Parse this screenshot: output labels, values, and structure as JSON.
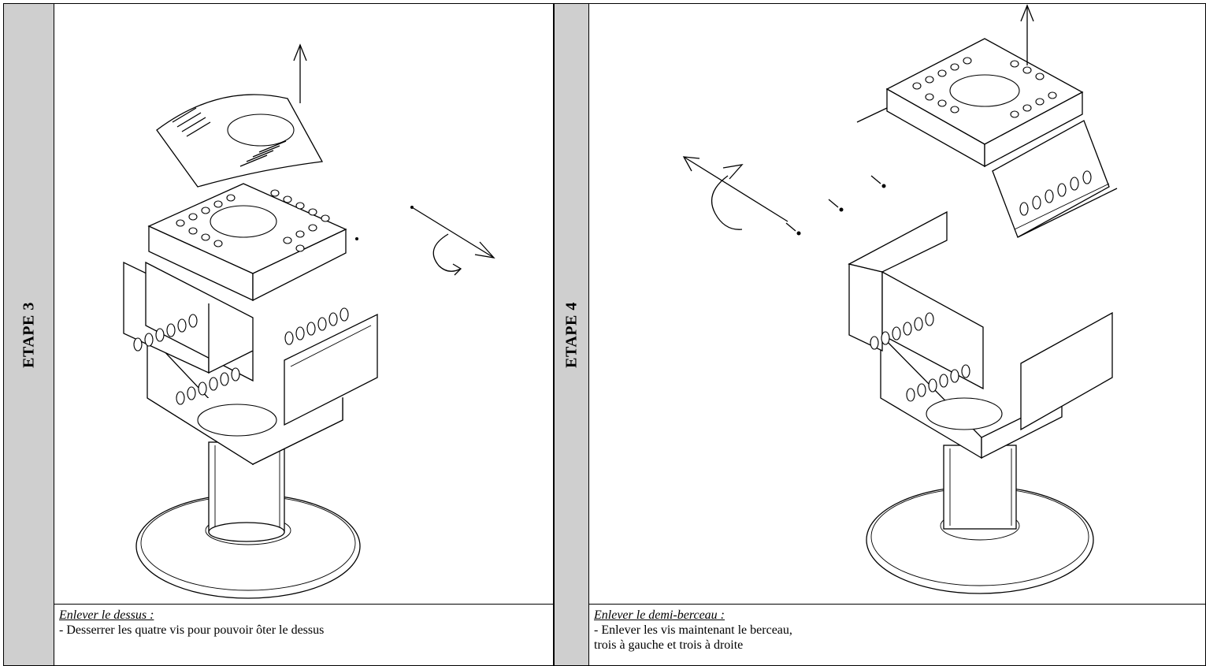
{
  "steps": [
    {
      "label": "ETAPE 3",
      "caption_title": "Enlever le dessus :",
      "caption_lines": [
        "- Desserrer les quatre vis pour pouvoir ôter le dessus"
      ]
    },
    {
      "label": "ETAPE 4",
      "caption_title": "Enlever le demi-berceau :",
      "caption_lines": [
        "- Enlever les vis maintenant le berceau,",
        "trois à gauche et trois à droite"
      ]
    }
  ]
}
